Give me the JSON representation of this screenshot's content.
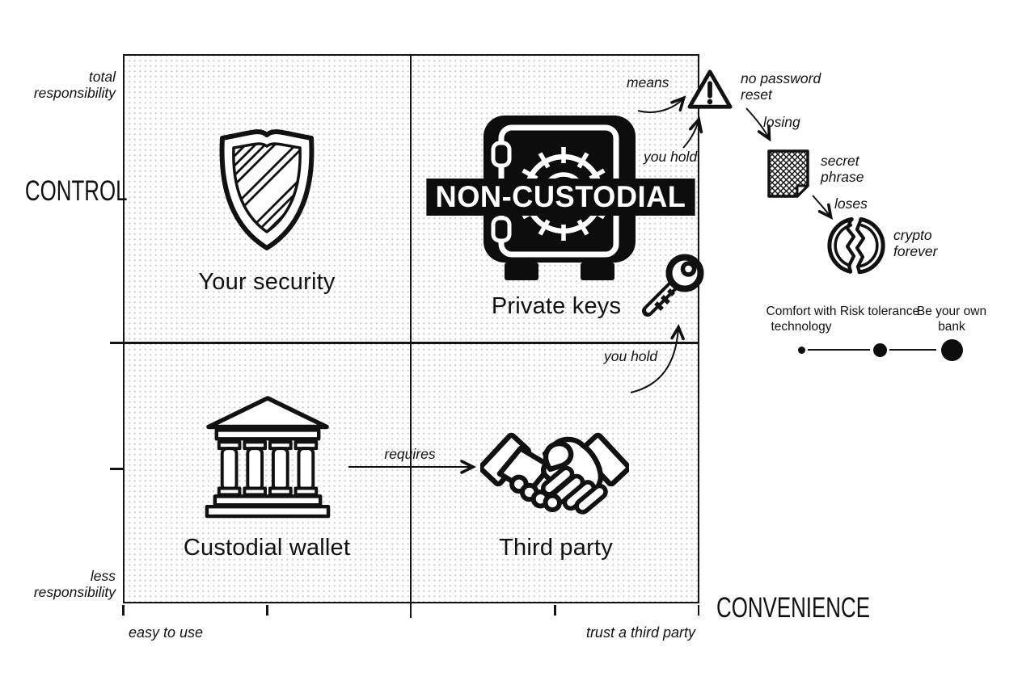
{
  "axes": {
    "y_label": "CONTROL",
    "y_top": "total responsibility",
    "y_bottom": "less responsibility",
    "x_label": "CONVENIENCE",
    "x_left": "easy to use",
    "x_right": "trust a third party"
  },
  "quadrants": {
    "top_left": {
      "label": "Your security",
      "icon": "shield-icon"
    },
    "top_right": {
      "label": "Private keys",
      "icon": "safe-icon",
      "secondary_icon": "key-icon",
      "banner": "NON-CUSTODIAL"
    },
    "bottom_left": {
      "label": "Custodial wallet",
      "icon": "bank-icon"
    },
    "bottom_right": {
      "label": "Third party",
      "icon": "handshake-icon"
    }
  },
  "arrows": {
    "requires": "requires",
    "you_hold_key": "you hold",
    "you_hold_warning": "you hold",
    "means": "means",
    "losing": "losing",
    "loses": "loses"
  },
  "warnings": {
    "no_password_reset": {
      "icon": "warning-triangle-icon",
      "label": "no password reset"
    },
    "secret_phrase": {
      "icon": "secret-phrase-document-icon",
      "label": "secret phrase"
    },
    "crypto_forever": {
      "icon": "broken-coin-icon",
      "label": "crypto forever"
    }
  },
  "legend": {
    "items": [
      {
        "label": "Comfort with technology",
        "dot": "small"
      },
      {
        "label": "Risk tolerance",
        "dot": "medium"
      },
      {
        "label": "Be your own bank",
        "dot": "large"
      }
    ]
  },
  "colors": {
    "ink": "#111111",
    "paper": "#ffffff",
    "grid_dot": "#c9c9c9",
    "banner_bg": "#0d0d0d",
    "banner_text": "#ffffff"
  }
}
